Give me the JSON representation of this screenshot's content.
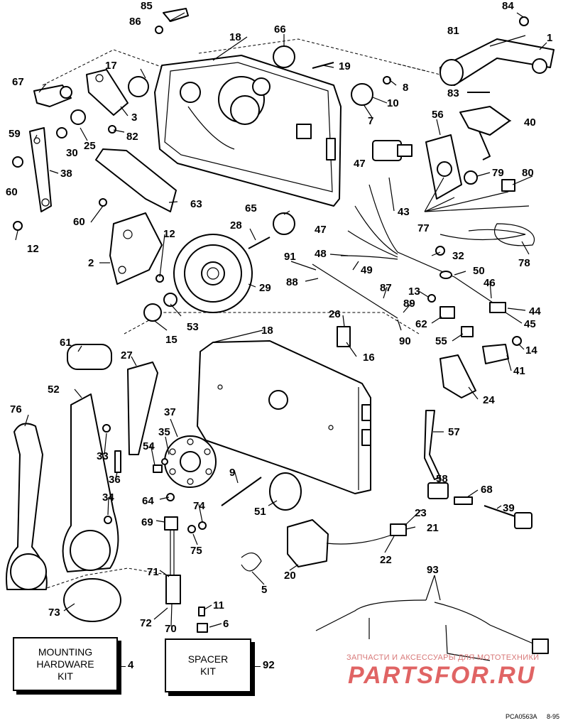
{
  "callouts": [
    {
      "id": "c85",
      "text": "85"
    },
    {
      "id": "c86",
      "text": "86"
    },
    {
      "id": "c84",
      "text": "84"
    },
    {
      "id": "c18a",
      "text": "18"
    },
    {
      "id": "c66",
      "text": "66"
    },
    {
      "id": "c81",
      "text": "81"
    },
    {
      "id": "c1",
      "text": "1"
    },
    {
      "id": "c17",
      "text": "17"
    },
    {
      "id": "c67",
      "text": "67"
    },
    {
      "id": "c19",
      "text": "19"
    },
    {
      "id": "c8",
      "text": "8"
    },
    {
      "id": "c83",
      "text": "83"
    },
    {
      "id": "c3",
      "text": "3"
    },
    {
      "id": "c10",
      "text": "10"
    },
    {
      "id": "c59",
      "text": "59"
    },
    {
      "id": "c30",
      "text": "30"
    },
    {
      "id": "c25",
      "text": "25"
    },
    {
      "id": "c82",
      "text": "82"
    },
    {
      "id": "c7",
      "text": "7"
    },
    {
      "id": "c56",
      "text": "56"
    },
    {
      "id": "c40",
      "text": "40"
    },
    {
      "id": "c38",
      "text": "38"
    },
    {
      "id": "c60a",
      "text": "60"
    },
    {
      "id": "c47a",
      "text": "47"
    },
    {
      "id": "c79",
      "text": "79"
    },
    {
      "id": "c80",
      "text": "80"
    },
    {
      "id": "c63",
      "text": "63"
    },
    {
      "id": "c65",
      "text": "65"
    },
    {
      "id": "c43",
      "text": "43"
    },
    {
      "id": "c60b",
      "text": "60"
    },
    {
      "id": "c28",
      "text": "28"
    },
    {
      "id": "c47b",
      "text": "47"
    },
    {
      "id": "c77",
      "text": "77"
    },
    {
      "id": "c12a",
      "text": "12"
    },
    {
      "id": "c12b",
      "text": "12"
    },
    {
      "id": "c2",
      "text": "2"
    },
    {
      "id": "c91",
      "text": "91"
    },
    {
      "id": "c48",
      "text": "48"
    },
    {
      "id": "c32",
      "text": "32"
    },
    {
      "id": "c78",
      "text": "78"
    },
    {
      "id": "c49",
      "text": "49"
    },
    {
      "id": "c50",
      "text": "50"
    },
    {
      "id": "c88",
      "text": "88"
    },
    {
      "id": "c29",
      "text": "29"
    },
    {
      "id": "c87",
      "text": "87"
    },
    {
      "id": "c46",
      "text": "46"
    },
    {
      "id": "c13",
      "text": "13"
    },
    {
      "id": "c89",
      "text": "89"
    },
    {
      "id": "c44",
      "text": "44"
    },
    {
      "id": "c26",
      "text": "26"
    },
    {
      "id": "c53",
      "text": "53"
    },
    {
      "id": "c62",
      "text": "62"
    },
    {
      "id": "c45",
      "text": "45"
    },
    {
      "id": "c15",
      "text": "15"
    },
    {
      "id": "c18b",
      "text": "18"
    },
    {
      "id": "c90",
      "text": "90"
    },
    {
      "id": "c16",
      "text": "16"
    },
    {
      "id": "c55",
      "text": "55"
    },
    {
      "id": "c14",
      "text": "14"
    },
    {
      "id": "c61",
      "text": "61"
    },
    {
      "id": "c27",
      "text": "27"
    },
    {
      "id": "c41",
      "text": "41"
    },
    {
      "id": "c24",
      "text": "24"
    },
    {
      "id": "c52",
      "text": "52"
    },
    {
      "id": "c37",
      "text": "37"
    },
    {
      "id": "c76",
      "text": "76"
    },
    {
      "id": "c57",
      "text": "57"
    },
    {
      "id": "c35",
      "text": "35"
    },
    {
      "id": "c33",
      "text": "33"
    },
    {
      "id": "c54",
      "text": "54"
    },
    {
      "id": "c36",
      "text": "36"
    },
    {
      "id": "c9",
      "text": "9"
    },
    {
      "id": "c58",
      "text": "58"
    },
    {
      "id": "c68",
      "text": "68"
    },
    {
      "id": "c34",
      "text": "34"
    },
    {
      "id": "c64",
      "text": "64"
    },
    {
      "id": "c51",
      "text": "51"
    },
    {
      "id": "c39",
      "text": "39"
    },
    {
      "id": "c74",
      "text": "74"
    },
    {
      "id": "c23",
      "text": "23"
    },
    {
      "id": "c69",
      "text": "69"
    },
    {
      "id": "c21",
      "text": "21"
    },
    {
      "id": "c75",
      "text": "75"
    },
    {
      "id": "c22",
      "text": "22"
    },
    {
      "id": "c20",
      "text": "20"
    },
    {
      "id": "c5",
      "text": "5"
    },
    {
      "id": "c71",
      "text": "71"
    },
    {
      "id": "c93",
      "text": "93"
    },
    {
      "id": "c11",
      "text": "11"
    },
    {
      "id": "c73",
      "text": "73"
    },
    {
      "id": "c72",
      "text": "72"
    },
    {
      "id": "c6",
      "text": "6"
    },
    {
      "id": "c70",
      "text": "70"
    }
  ],
  "kits": {
    "mounting": {
      "label_line1": "MOUNTING",
      "label_line2": "HARDWARE",
      "label_line3": "KIT",
      "number": "4"
    },
    "spacer": {
      "label_line1": "SPACER",
      "label_line2": "KIT",
      "number": "92"
    }
  },
  "footer": {
    "drawing_code": "PCA0563A",
    "date_code": "8-95"
  },
  "watermark": {
    "tagline": "ЗАПЧАСТИ И АКСЕССУАРЫ ДЛЯ МОТОТЕХНИКИ",
    "brand": "PARTSFOR.RU",
    "color": "#e06464"
  }
}
